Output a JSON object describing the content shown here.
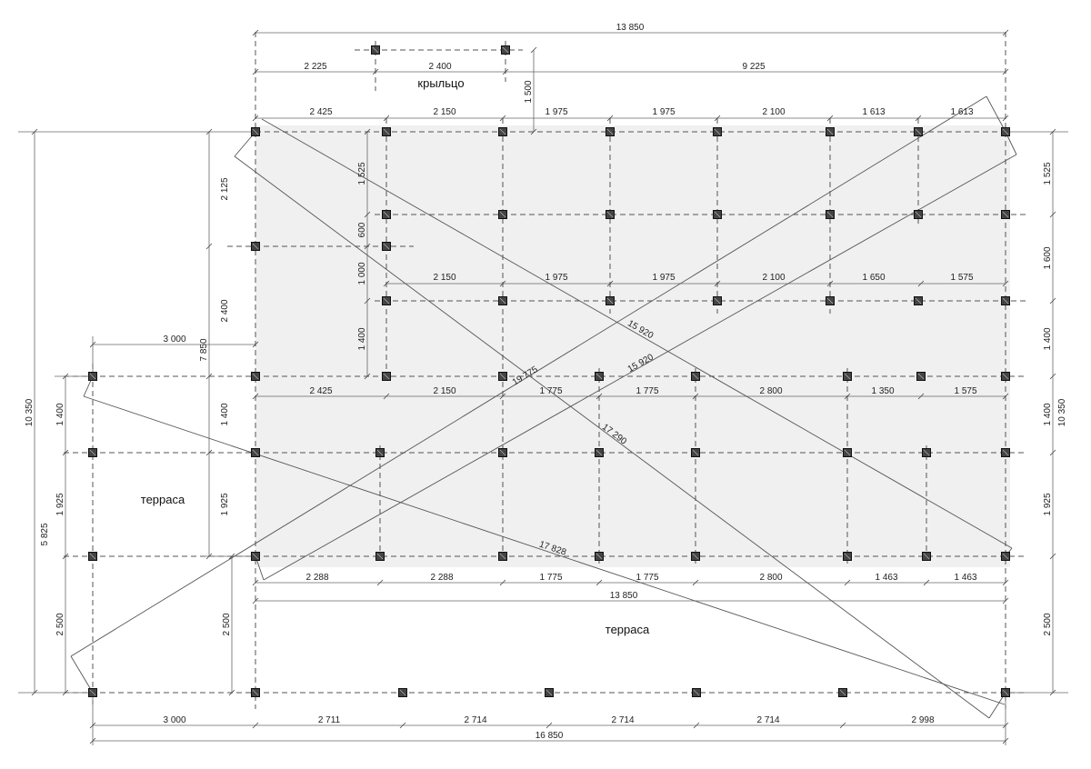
{
  "labels": {
    "porch": "крыльцо",
    "terrace_left": "терраса",
    "terrace_bottom": "терраса"
  },
  "dims": {
    "top_total": "13 850",
    "porch_left": "2 225",
    "porch_width": "2 400",
    "porch_right": "9 225",
    "porch_depth": "1 500",
    "row1": [
      "2 425",
      "2 150",
      "1 975",
      "1 975",
      "2 100",
      "1 613",
      "1 613"
    ],
    "row2": [
      "2 150",
      "1 975",
      "1 975",
      "2 100",
      "1 650",
      "1 575"
    ],
    "row3": [
      "2 425",
      "2 150",
      "1 775",
      "1 775",
      "2 800",
      "1 350",
      "1 575"
    ],
    "row4": [
      "2 288",
      "2 288",
      "1 775",
      "1 775",
      "2 800",
      "1 463",
      "1 463"
    ],
    "main_width": "13 850",
    "bottom_row": [
      "3 000",
      "2 711",
      "2 714",
      "2 714",
      "2 714",
      "2 998"
    ],
    "bottom_total": "16 850",
    "terrace_left_width": "3 000",
    "left_outer": "10 350",
    "left_terrace_total": "5 825",
    "left_terrace": [
      "1 400",
      "1 925",
      "2 500"
    ],
    "left_inner_total": "7 850",
    "left_inner": [
      "2 125",
      "2 400",
      "1 400",
      "1 925",
      "2 500"
    ],
    "inner_col": [
      "1 525",
      "600",
      "1 000",
      "1 400"
    ],
    "right": [
      "1 525",
      "1 600",
      "1 400",
      "1 400",
      "1 925",
      "2 500"
    ],
    "right_total": "10 350",
    "diagonals": [
      "15 920",
      "15 920",
      "19 775",
      "17 290",
      "17 828"
    ]
  }
}
